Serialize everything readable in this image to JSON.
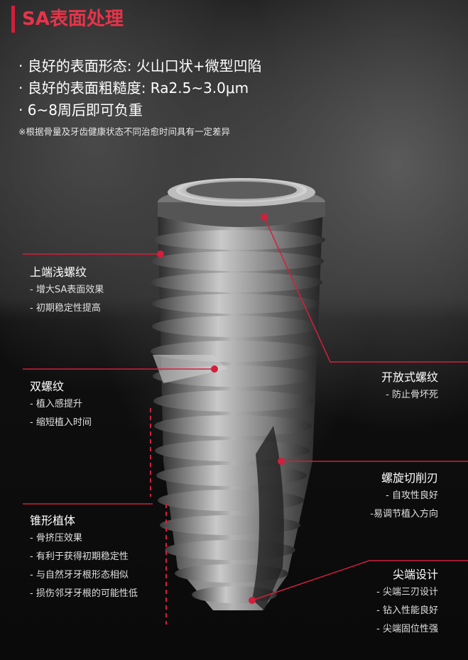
{
  "header": {
    "title": "SA表面处理"
  },
  "bullets": [
    "· 良好的表面形态: 火山口状+微型凹陷",
    "· 良好的表面粗糙度: Ra2.5~3.0μm",
    "· 6~8周后即可负重"
  ],
  "note": "※根据骨量及牙齿健康状态不同治愈时间具有一定差异",
  "features": {
    "upper_thread": {
      "title": "上端浅螺纹",
      "items": [
        "- 增大SA表面效果",
        "- 初期稳定性提高"
      ]
    },
    "double_thread": {
      "title": "双螺纹",
      "items": [
        "- 植入感提升",
        "- 缩短植入时间"
      ]
    },
    "taper_body": {
      "title": "锥形植体",
      "items": [
        "- 骨挤压效果",
        "- 有利于获得初期稳定性",
        "- 与自然牙牙根形态相似",
        "- 损伤邻牙牙根的可能性低"
      ]
    },
    "open_thread": {
      "title": "开放式螺纹",
      "items": [
        "- 防止骨坏死"
      ]
    },
    "spiral_blade": {
      "title": "螺旋切削刃",
      "items": [
        "- 自攻性良好",
        "-易调节植入方向"
      ]
    },
    "apex_design": {
      "title": "尖端设计",
      "items": [
        "- 尖端三刃设计",
        "- 钻入性能良好",
        "- 尖端固位性强"
      ]
    }
  },
  "colors": {
    "accent": "#e8334a",
    "callout": "#d21f3c"
  }
}
